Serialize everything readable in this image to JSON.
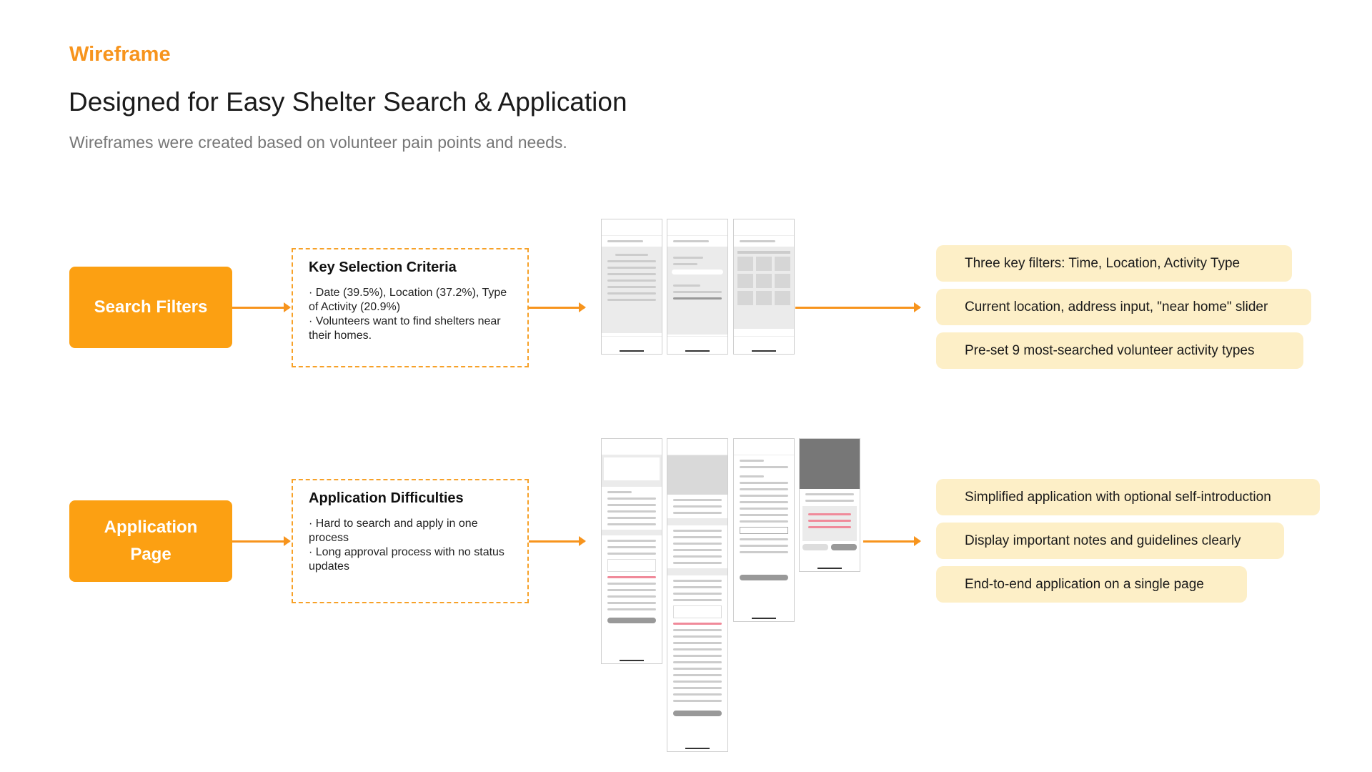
{
  "header": {
    "kicker": "Wireframe",
    "title": "Designed for Easy Shelter Search & Application",
    "subtitle": "Wireframes were created based on volunteer pain points and needs."
  },
  "colors": {
    "accent": "#fca012",
    "pill": "#fdefc7",
    "arrow": "#f7941d"
  },
  "rows": [
    {
      "category": "Search Filters",
      "insight_title": "Key Selection Criteria",
      "insight_lines": [
        "· Date (39.5%), Location (37.2%), Type of Activity (20.9%)",
        "· Volunteers want to find shelters near their homes."
      ],
      "outcomes": [
        "Three key filters: Time, Location, Activity Type",
        "Current location, address input, \"near home\" slider",
        "Pre-set 9 most-searched volunteer activity types"
      ]
    },
    {
      "category": "Application Page",
      "insight_title": "Application Difficulties",
      "insight_lines": [
        "· Hard to search and apply in one process",
        "· Long approval process with no status updates"
      ],
      "outcomes": [
        "Simplified application with optional self-introduction",
        "Display important notes and guidelines clearly",
        "End-to-end application on a single page"
      ]
    }
  ]
}
